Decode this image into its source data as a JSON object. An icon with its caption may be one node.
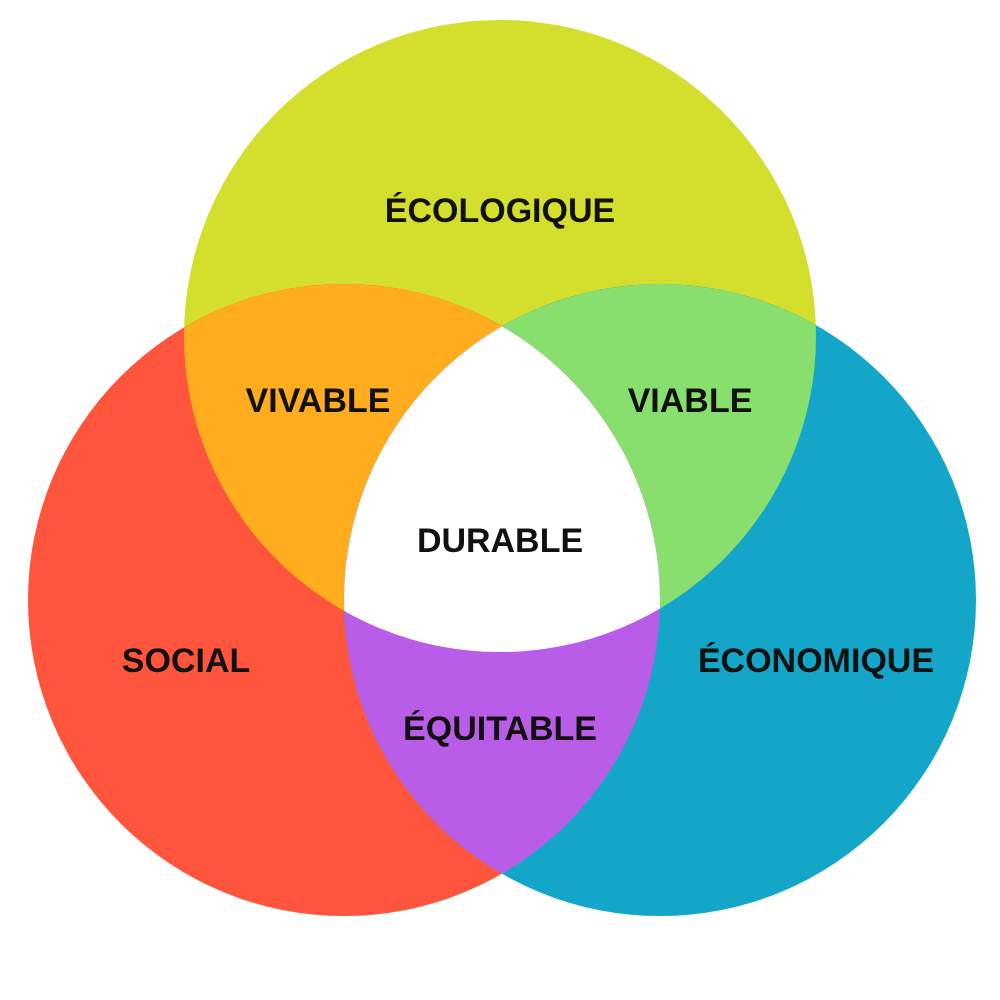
{
  "diagram": {
    "nodes": [
      {
        "text": [
          "ÉCOLOGIQUE"
        ]
      },
      {
        "text": [
          "VIVABLE"
        ]
      },
      {
        "text": [
          "VIABLE"
        ]
      },
      {
        "text": [
          "DURABLE"
        ]
      },
      {
        "text": [
          "SOCIAL"
        ]
      },
      {
        "text": [
          "ÉCONOMIQUE"
        ]
      },
      {
        "text": [
          "ÉQUITABLE"
        ]
      }
    ]
  }
}
